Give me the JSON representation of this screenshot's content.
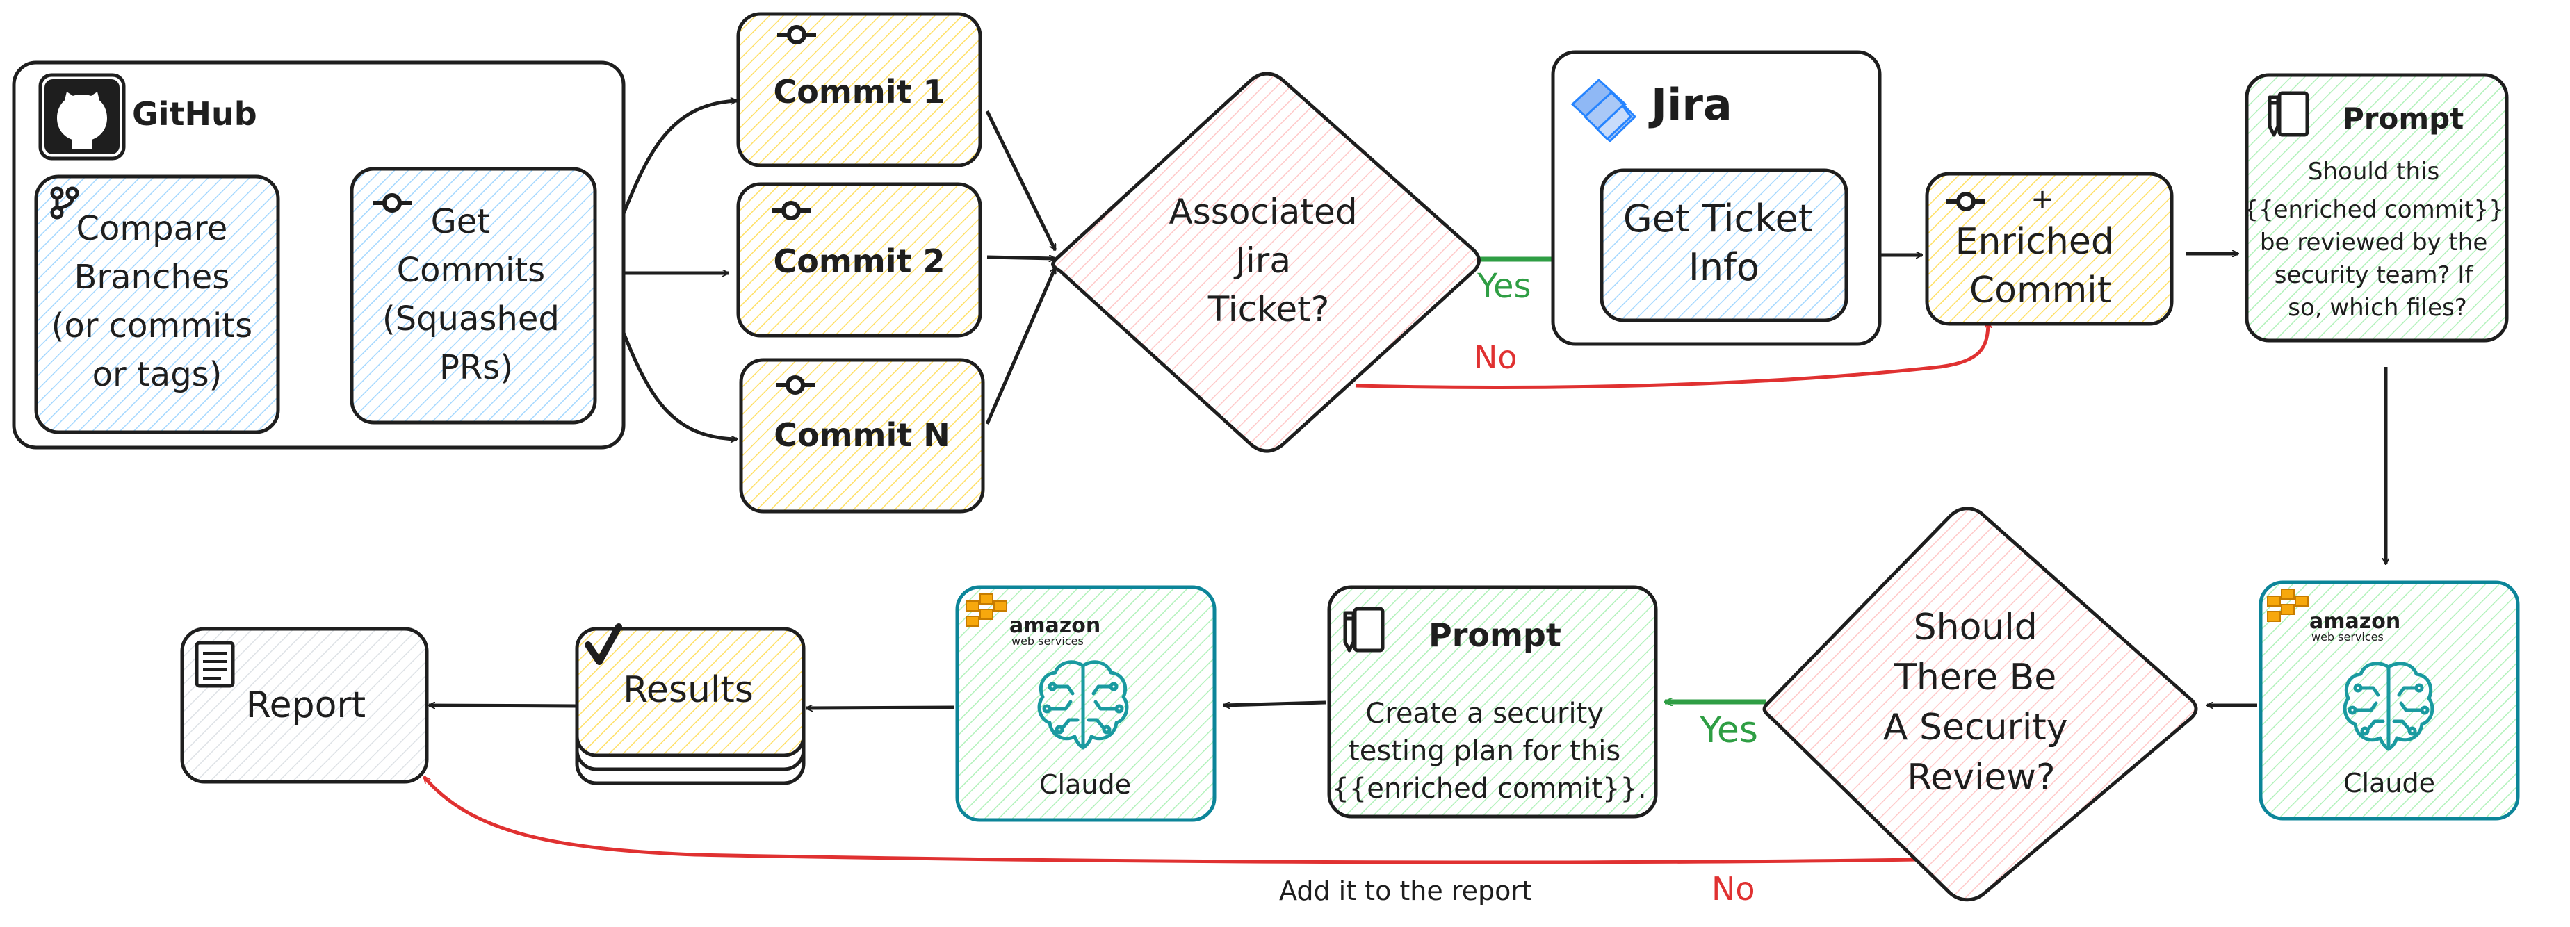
{
  "colors": {
    "blue": "#a5d8ff",
    "yellow": "#ffec99",
    "pink": "#ffc9c9",
    "green": "#b2f2bb",
    "gray": "#ced4da",
    "stroke": "#1e1e1e",
    "teal": "#0c8599",
    "yes": "#2f9e44",
    "no": "#e03131",
    "aws_orange": "#f7a80d"
  },
  "github": {
    "title": "GitHub",
    "icon": "github-icon",
    "compare_lines": [
      "Compare",
      "Branches",
      "(or commits",
      "or tags)"
    ],
    "get_commits_lines": [
      "Get",
      "Commits",
      "(Squashed",
      "PRs)"
    ]
  },
  "commits": {
    "icon": "commit-icon",
    "items": [
      "Commit 1",
      "Commit 2",
      "Commit N"
    ]
  },
  "decision_jira": {
    "lines": [
      "Associated",
      "Jira",
      "Ticket?"
    ]
  },
  "jira": {
    "title": "Jira",
    "icon": "jira-icon",
    "ticket_lines": [
      "Get Ticket",
      "Info"
    ]
  },
  "enriched": {
    "plus": "+",
    "lines": [
      "Enriched",
      "Commit"
    ]
  },
  "prompt1": {
    "title": "Prompt",
    "icon": "notepad-icon",
    "lines": [
      "Should this",
      "{{enriched commit}}",
      "be reviewed by the",
      "security team? If",
      "so, which files?"
    ]
  },
  "aws": {
    "logo_word": "amazon",
    "logo_sub": "web services",
    "model": "Claude",
    "icon": "ai-brain-icon"
  },
  "decision_security": {
    "lines": [
      "Should",
      "There Be",
      "A Security",
      "Review?"
    ]
  },
  "prompt2": {
    "title": "Prompt",
    "icon": "notepad-icon",
    "lines": [
      "Create a security",
      "testing plan for this",
      "{{enriched commit}}."
    ]
  },
  "results": {
    "label": "Results",
    "icon": "checkmark-icon"
  },
  "report": {
    "label": "Report",
    "icon": "document-icon"
  },
  "edges": {
    "yes": "Yes",
    "no": "No",
    "add_to_report": "Add it to the report"
  }
}
